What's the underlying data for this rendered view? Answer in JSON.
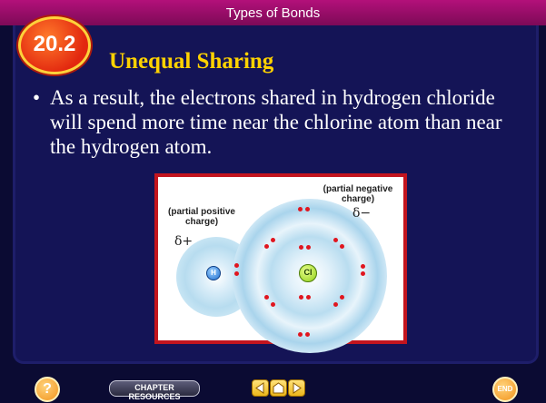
{
  "header": {
    "title": "Types of Bonds"
  },
  "section": {
    "number": "20.2"
  },
  "slide": {
    "title": "Unequal Sharing",
    "bullet": "•",
    "bullet_text": "As a result, the electrons shared in hydrogen chloride will spend more time near the chlorine atom than near the hydrogen atom."
  },
  "figure": {
    "positive_label": "(partial positive charge)",
    "positive_delta": "δ+",
    "negative_label": "(partial negative charge)",
    "negative_delta": "δ−",
    "h_symbol": "H",
    "cl_symbol": "Cl"
  },
  "footer": {
    "help_glyph": "?",
    "chapter_resources": "CHAPTER RESOURCES",
    "end_label": "END",
    "nav_icons": [
      "previous-icon",
      "home-icon",
      "next-icon"
    ]
  },
  "colors": {
    "accent": "#ffd200",
    "header": "#b3107a",
    "panel": "#141456",
    "figure_border": "#c3151e"
  }
}
